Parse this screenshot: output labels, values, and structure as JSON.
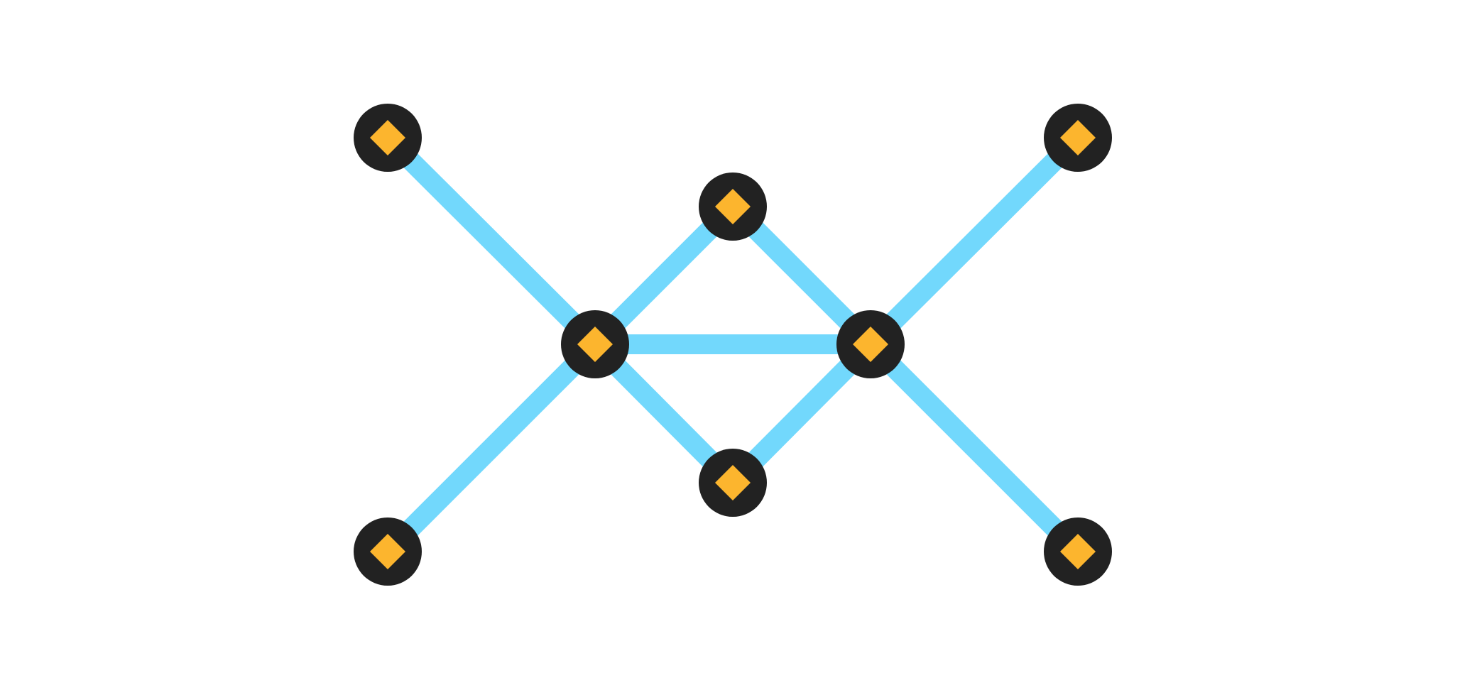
{
  "diagram": {
    "colors": {
      "background": "#ffffff",
      "edge": "#72d8fc",
      "node_ring": "#222222",
      "node_center": "#fcb52e"
    },
    "nodes": [
      {
        "id": "n-top-left"
      },
      {
        "id": "n-top-center"
      },
      {
        "id": "n-top-right"
      },
      {
        "id": "n-mid-left"
      },
      {
        "id": "n-mid-right"
      },
      {
        "id": "n-bottom-center"
      },
      {
        "id": "n-bottom-left"
      },
      {
        "id": "n-bottom-right"
      }
    ],
    "edges": [
      {
        "from": "n-top-left",
        "to": "n-mid-left"
      },
      {
        "from": "n-bottom-left",
        "to": "n-mid-left"
      },
      {
        "from": "n-mid-left",
        "to": "n-top-center"
      },
      {
        "from": "n-mid-left",
        "to": "n-bottom-center"
      },
      {
        "from": "n-mid-left",
        "to": "n-mid-right"
      },
      {
        "from": "n-top-center",
        "to": "n-mid-right"
      },
      {
        "from": "n-bottom-center",
        "to": "n-mid-right"
      },
      {
        "from": "n-mid-right",
        "to": "n-top-right"
      },
      {
        "from": "n-mid-right",
        "to": "n-bottom-right"
      }
    ]
  }
}
